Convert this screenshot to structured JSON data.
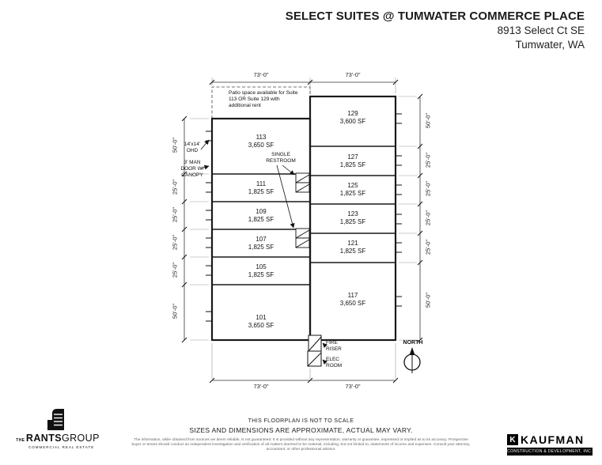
{
  "header": {
    "title": "SELECT SUITES @ TUMWATER COMMERCE PLACE",
    "address_line1": "8913 Select Ct SE",
    "address_line2": "Tumwater, WA"
  },
  "plan": {
    "top_dims": [
      "73'-0\"",
      "73'-0\""
    ],
    "bottom_dims": [
      "73'-0\"",
      "73'-0\""
    ],
    "left_dims": [
      "50'-0\"",
      "25'-0\"",
      "25'-0\"",
      "25'-0\"",
      "25'-0\"",
      "50'-0\""
    ],
    "right_dims": [
      "50'-0\"",
      "25'-0\"",
      "25'-0\"",
      "25'-0\"",
      "25'-0\"",
      "50'-0\""
    ],
    "left_suites": [
      {
        "number": "113",
        "sf": "3,650 SF"
      },
      {
        "number": "111",
        "sf": "1,825 SF"
      },
      {
        "number": "109",
        "sf": "1,825 SF"
      },
      {
        "number": "107",
        "sf": "1,825 SF"
      },
      {
        "number": "105",
        "sf": "1,825 SF"
      },
      {
        "number": "101",
        "sf": "3,650 SF"
      }
    ],
    "right_suites": [
      {
        "number": "129",
        "sf": "3,600 SF"
      },
      {
        "number": "127",
        "sf": "1,825 SF"
      },
      {
        "number": "125",
        "sf": "1,825 SF"
      },
      {
        "number": "123",
        "sf": "1,825 SF"
      },
      {
        "number": "121",
        "sf": "1,825 SF"
      },
      {
        "number": "117",
        "sf": "3,650 SF"
      }
    ],
    "notes": {
      "patio": "Patio space available for Suite 113 OR Suite 129 with additional rent",
      "overhead_door": "14'x14' OHD",
      "man_door": "3' MAN DOOR W/ CANOPY",
      "restroom": "SINGLE RESTROOM",
      "fire_riser": "FIRE RISER",
      "elec_room": "ELEC ROOM",
      "north": "NORTH"
    }
  },
  "footer": {
    "scale_note": "THIS FLOORPLAN IS NOT TO SCALE",
    "approx_note": "SIZES AND DIMENSIONS ARE APPROXIMATE, ACTUAL MAY VARY.",
    "disclaimer": "The information, while obtained from sources we deem reliable, is not guaranteed. It is provided without any representation, warranty or guarantee, expressed or implied as to its accuracy. Prospective buyer or tenant should conduct an independent investigation and verification of all matters deemed to be material, including, but not limited to, statements of income and expenses. Consult your attorney, accountant, or other professional advisor."
  },
  "logos": {
    "rants_group": {
      "prefix": "THE",
      "name_bold": "RANTS",
      "name_light": "GROUP",
      "tagline": "COMMERCIAL REAL ESTATE"
    },
    "kaufman": {
      "initial": "K",
      "name": "KAUFMAN",
      "tagline": "CONSTRUCTION & DEVELOPMENT, INC."
    }
  }
}
